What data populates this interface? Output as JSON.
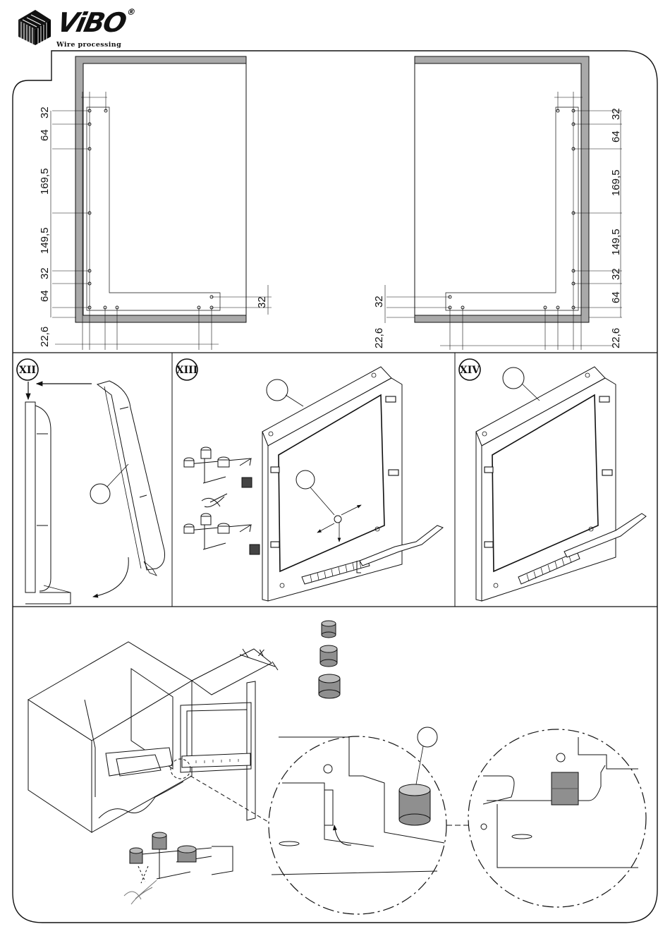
{
  "header": {
    "brand": "ViBO",
    "registered": "®",
    "tagline": "Wire processing"
  },
  "drawing_left": {
    "dims_vertical": [
      "32",
      "64",
      "169,5",
      "149,5",
      "32",
      "64",
      "22,6"
    ],
    "dim_right": "32"
  },
  "drawing_right": {
    "dims_vertical": [
      "32",
      "64",
      "169,5",
      "149,5",
      "32",
      "64",
      "22,6"
    ],
    "dim_left": "32",
    "dim_left_bottom": "22,6"
  },
  "steps": {
    "step12": "XII",
    "step13": "XIII",
    "step14": "XIV"
  },
  "assembly": {
    "dimension_label": "X"
  },
  "colors": {
    "panel_gray": "#a9a9a9",
    "spacer_gray": "#8f8f8f",
    "line": "#111111"
  }
}
